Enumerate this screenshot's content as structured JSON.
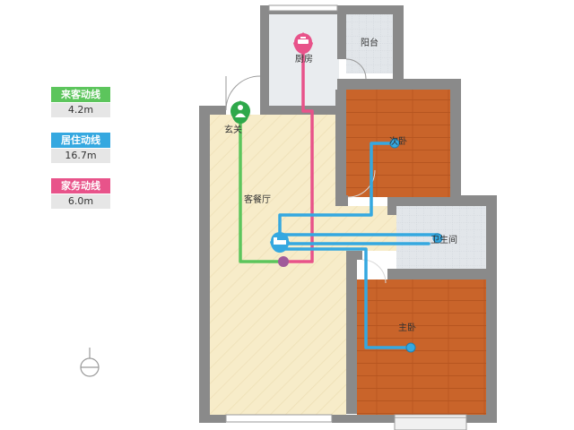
{
  "legend": [
    {
      "label": "来客动线",
      "value": "4.2m",
      "color": "#5cc55c"
    },
    {
      "label": "居住动线",
      "value": "16.7m",
      "color": "#35a8e0"
    },
    {
      "label": "家务动线",
      "value": "6.0m",
      "color": "#e8538a"
    }
  ],
  "rooms": {
    "kitchen": "厨房",
    "balcony": "阳台",
    "entrance": "玄关",
    "living_dining": "客餐厅",
    "second_bedroom": "次卧",
    "bathroom": "卫生间",
    "master_bedroom": "主卧"
  },
  "colors": {
    "wall": "#8a8a8a",
    "floor_wood": "#c9642a",
    "floor_living": "#f7ecc9",
    "floor_tile": "#e2e6ea",
    "visitor_route": "#5cc55c",
    "living_route": "#35a8e0",
    "chore_route": "#e8538a"
  },
  "icons": [
    "kitchen-pot-icon",
    "entrance-person-icon",
    "bed-icon",
    "compass-icon"
  ]
}
